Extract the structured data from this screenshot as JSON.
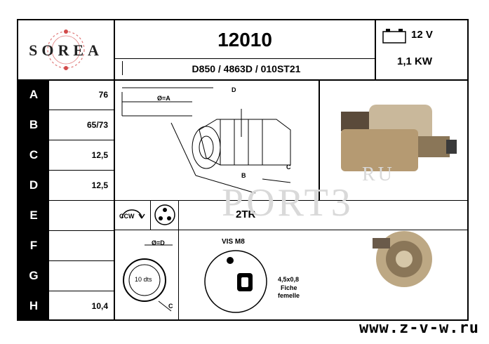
{
  "brand": {
    "logo_text": "SOREA"
  },
  "header": {
    "part_number": "12010",
    "cross_refs": "D850 / 4863D / 010ST21",
    "voltage": "12 V",
    "power": "1,1 KW"
  },
  "rows": [
    {
      "label": "A",
      "value": "76"
    },
    {
      "label": "B",
      "value": "65/73"
    },
    {
      "label": "C",
      "value": "12,5"
    },
    {
      "label": "D",
      "value": "12,5"
    },
    {
      "label": "E",
      "value": ""
    },
    {
      "label": "F",
      "value": ""
    },
    {
      "label": "G",
      "value": ""
    },
    {
      "label": "H",
      "value": "10,4"
    }
  ],
  "diagram": {
    "dim_a": "Ø=A",
    "dim_d": "D",
    "dim_b": "B",
    "dim_c": "C"
  },
  "rotation": {
    "label": "CCW",
    "mounting": "2TR"
  },
  "gear": {
    "dim": "Ø=D",
    "teeth": "10 dts",
    "dim_c": "C"
  },
  "connector": {
    "screw": "VIS M8",
    "spec_line1": "4,5x0,8",
    "spec_line2": "Fiche",
    "spec_line3": "femelle"
  },
  "watermark": {
    "main": "PORT3",
    "suffix": "RU"
  },
  "footer": {
    "url": "www.z-v-w.ru"
  }
}
